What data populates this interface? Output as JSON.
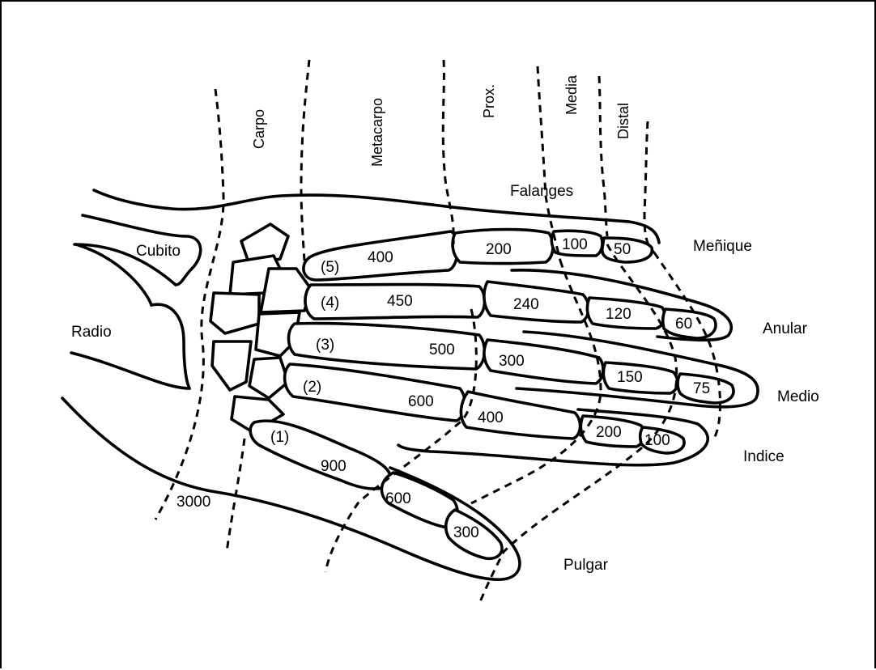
{
  "region_labels": {
    "carpo": "Carpo",
    "metacarpo": "Metacarpo",
    "prox": "Prox.",
    "media": "Media",
    "distal": "Distal",
    "falanges": "Falanges"
  },
  "bone_labels": {
    "cubito": "Cubito",
    "radio": "Radio"
  },
  "finger_labels": {
    "menique": "Meñique",
    "anular": "Anular",
    "medio": "Medio",
    "indice": "Indice",
    "pulgar": "Pulgar"
  },
  "metacarpal_numbers": {
    "m1": "(1)",
    "m2": "(2)",
    "m3": "(3)",
    "m4": "(4)",
    "m5": "(5)"
  },
  "values": {
    "radio_total": "3000",
    "menique": {
      "metacarpal": "400",
      "proximal": "200",
      "middle": "100",
      "distal": "50"
    },
    "anular": {
      "metacarpal": "450",
      "proximal": "240",
      "middle": "120",
      "distal": "60"
    },
    "medio": {
      "metacarpal": "500",
      "proximal": "300",
      "middle": "150",
      "distal": "75"
    },
    "indice": {
      "metacarpal": "600",
      "proximal": "400",
      "middle": "200",
      "distal": "100"
    },
    "pulgar": {
      "metacarpal": "900",
      "proximal": "600",
      "distal": "300"
    }
  },
  "colors": {
    "ink": "#000000",
    "background": "#ffffff"
  }
}
